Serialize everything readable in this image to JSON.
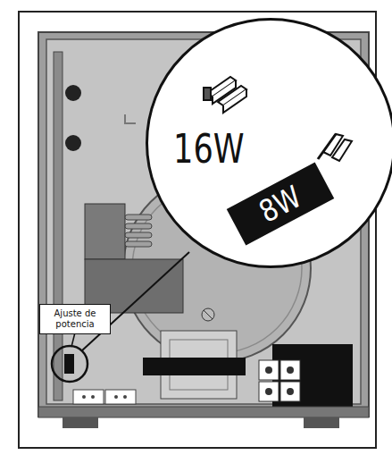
{
  "diagram": {
    "nodes": [
      {
        "text": [
          "16W"
        ]
      },
      {
        "text": [
          "8W"
        ],
        "in": 0
      },
      {
        "text": [
          "Ajuste de potencia"
        ]
      }
    ]
  }
}
